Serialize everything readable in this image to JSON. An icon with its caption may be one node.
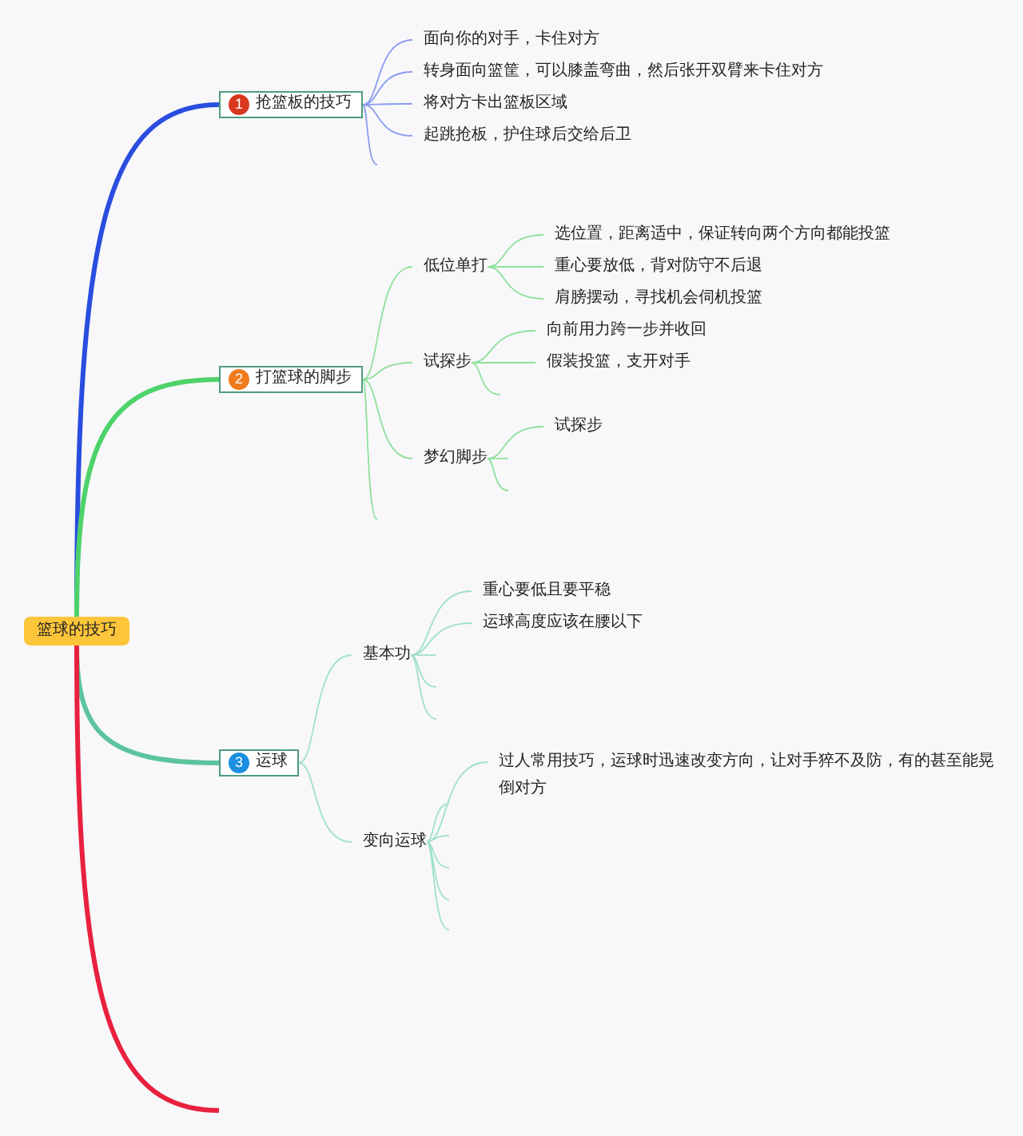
{
  "diagram": {
    "nodes": [
      {
        "text": [
          "篮球的技巧"
        ]
      },
      {
        "text": [
          "1",
          "抢篮板的技巧"
        ]
      },
      {
        "text": [
          "面向你的对手，卡住对方"
        ]
      },
      {
        "text": [
          "转身面向篮筐，可以膝盖弯曲，然后张开双臂来卡住对方"
        ]
      },
      {
        "text": [
          "将对方卡出篮板区域"
        ]
      },
      {
        "text": [
          "起跳抢板，护住球后交给后卫"
        ]
      },
      {
        "text": [
          "2",
          "打篮球的脚步"
        ]
      },
      {
        "text": [
          "低位单打"
        ]
      },
      {
        "text": [
          "选位置，距离适中，保证转向两个方向都能投篮"
        ]
      },
      {
        "text": [
          "重心要放低，背对防守不后退"
        ]
      },
      {
        "text": [
          "肩膀摆动，寻找机会伺机投篮"
        ]
      },
      {
        "text": [
          "试探步"
        ]
      },
      {
        "text": [
          "向前用力跨一步并收回"
        ]
      },
      {
        "text": [
          "假装投篮，支开对手"
        ]
      },
      {
        "text": [
          "梦幻脚步"
        ]
      },
      {
        "text": [
          "试探步"
        ]
      },
      {
        "text": [
          "3",
          "运球"
        ]
      },
      {
        "text": [
          "基本功"
        ]
      },
      {
        "text": [
          "重心要低且要平稳"
        ]
      },
      {
        "text": [
          "运球高度应该在腰以下"
        ]
      },
      {
        "text": [
          "变向运球"
        ]
      },
      {
        "text": [
          "过人常用技巧，运球时迅速改变方向，让对手猝不及防，有的甚至能晃倒对方"
        ]
      }
    ],
    "edges": [
      {
        "from": 0,
        "to": 1,
        "arrow": "none",
        "style": "thick",
        "color": "#2a4de0"
      },
      {
        "from": 0,
        "to": 6,
        "arrow": "none",
        "style": "thick",
        "color": "#4ed36a"
      },
      {
        "from": 0,
        "to": 16,
        "arrow": "none",
        "style": "thick",
        "color": "#5cc49c"
      },
      {
        "from": 0,
        "to": null,
        "arrow": "none",
        "style": "thick",
        "color": "#e8213f"
      },
      {
        "from": 1,
        "to": 2,
        "arrow": "none",
        "color": "#8a9cf0"
      },
      {
        "from": 1,
        "to": 3,
        "arrow": "none",
        "color": "#8a9cf0"
      },
      {
        "from": 1,
        "to": 4,
        "arrow": "none",
        "color": "#8a9cf0"
      },
      {
        "from": 1,
        "to": 5,
        "arrow": "none",
        "color": "#8a9cf0"
      },
      {
        "from": 1,
        "to": null,
        "arrow": "none",
        "color": "#8a9cf0"
      },
      {
        "from": 6,
        "to": 7,
        "arrow": "none",
        "color": "#8fe09a"
      },
      {
        "from": 6,
        "to": 11,
        "arrow": "none",
        "color": "#8fe09a"
      },
      {
        "from": 6,
        "to": 14,
        "arrow": "none",
        "color": "#8fe09a"
      },
      {
        "from": 6,
        "to": null,
        "arrow": "none",
        "color": "#8fe09a"
      },
      {
        "from": 7,
        "to": 8,
        "arrow": "none",
        "color": "#8fe09a"
      },
      {
        "from": 7,
        "to": 9,
        "arrow": "none",
        "color": "#8fe09a"
      },
      {
        "from": 7,
        "to": 10,
        "arrow": "none",
        "color": "#8fe09a"
      },
      {
        "from": 11,
        "to": 12,
        "arrow": "none",
        "color": "#8fe09a"
      },
      {
        "from": 11,
        "to": 13,
        "arrow": "none",
        "color": "#8fe09a"
      },
      {
        "from": 11,
        "to": null,
        "arrow": "none",
        "color": "#8fe09a"
      },
      {
        "from": 14,
        "to": 15,
        "arrow": "none",
        "color": "#8fe09a"
      },
      {
        "from": 14,
        "to": null,
        "arrow": "none",
        "color": "#8fe09a"
      },
      {
        "from": 14,
        "to": null,
        "arrow": "none",
        "color": "#8fe09a"
      },
      {
        "from": 16,
        "to": 17,
        "arrow": "none",
        "color": "#a0e0cc"
      },
      {
        "from": 16,
        "to": 20,
        "arrow": "none",
        "color": "#a0e0cc"
      },
      {
        "from": 17,
        "to": 18,
        "arrow": "none",
        "color": "#a0e0cc"
      },
      {
        "from": 17,
        "to": 19,
        "arrow": "none",
        "color": "#a0e0cc"
      },
      {
        "from": 17,
        "to": null,
        "arrow": "none",
        "color": "#a0e0cc"
      },
      {
        "from": 17,
        "to": null,
        "arrow": "none",
        "color": "#a0e0cc"
      },
      {
        "from": 17,
        "to": null,
        "arrow": "none",
        "color": "#a0e0cc"
      },
      {
        "from": 20,
        "to": 21,
        "arrow": "none",
        "color": "#a0e0cc"
      },
      {
        "from": 20,
        "to": null,
        "arrow": "none",
        "color": "#a0e0cc"
      },
      {
        "from": 20,
        "to": null,
        "arrow": "none",
        "color": "#a0e0cc"
      },
      {
        "from": 20,
        "to": null,
        "arrow": "none",
        "color": "#a0e0cc"
      },
      {
        "from": 20,
        "to": null,
        "arrow": "none",
        "color": "#a0e0cc"
      },
      {
        "from": 20,
        "to": null,
        "arrow": "none",
        "color": "#a0e0cc"
      }
    ]
  }
}
